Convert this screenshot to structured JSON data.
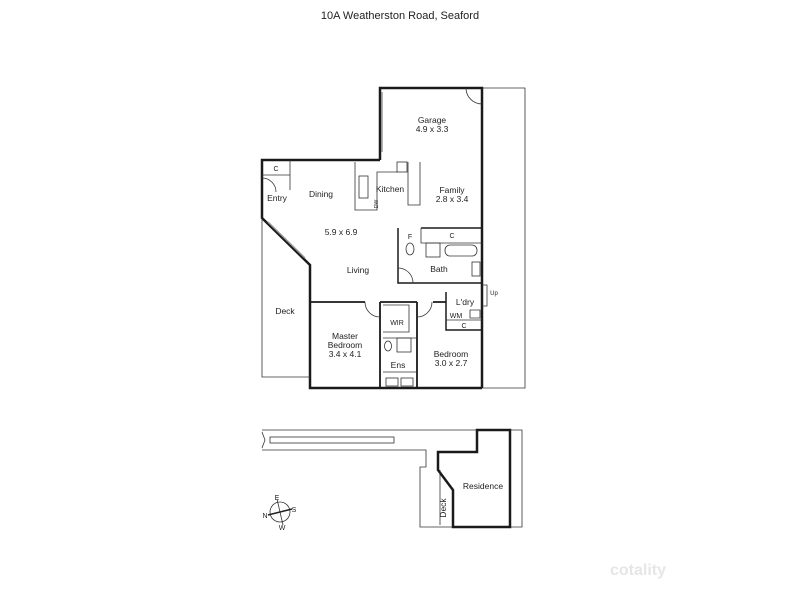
{
  "title": "10A Weatherston Road, Seaford",
  "rooms": {
    "garage": {
      "name": "Garage",
      "size": "4.9 x 3.3"
    },
    "dining": {
      "name": "Dining"
    },
    "kitchen": {
      "name": "Kitchen",
      "dw": "DW"
    },
    "family": {
      "name": "Family",
      "size": "2.8 x 3.4"
    },
    "entry": {
      "name": "Entry",
      "closet": "C"
    },
    "living": {
      "name": "Living",
      "size": "5.9 x 6.9"
    },
    "bath": {
      "name": "Bath",
      "f": "F",
      "closet": "C"
    },
    "laundry": {
      "name": "L'dry",
      "wm": "WM",
      "closet": "C",
      "stairs": "Up"
    },
    "deck": {
      "name": "Deck"
    },
    "wir": {
      "name": "WIR"
    },
    "master": {
      "name1": "Master",
      "name2": "Bedroom",
      "size": "3.4 x 4.1"
    },
    "ensuite": {
      "name": "Ens"
    },
    "bedroom": {
      "name": "Bedroom",
      "size": "3.0 x 2.7"
    }
  },
  "site": {
    "residence": "Residence",
    "deck": "Deck"
  },
  "compass": {
    "e": "E",
    "n": "N",
    "s": "S",
    "w": "W"
  },
  "watermark": "cotality"
}
